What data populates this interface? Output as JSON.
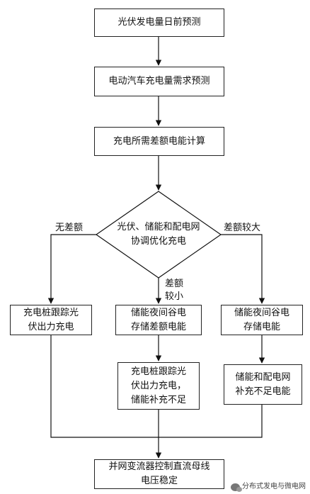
{
  "nodes": {
    "pv_forecast": "光伏发电量日前预测",
    "ev_forecast": "电动汽车充电量需求预测",
    "energy_calc": "充电所需差额电能计算",
    "coordination": "光伏、储能和配电网\n协调优化充电",
    "track_pv": "充电桩跟踪光\n伏出力充电",
    "store_diff": "储能夜间谷电\n存储差额电能",
    "store_night": "储能夜间谷电\n存储电能",
    "track_supplement": "充电桩跟踪光\n伏出力充电，\n储能补充不足",
    "grid_supplement": "储能和配电网\n补充不足电能",
    "converter": "并网变流器控制直流母线\n电压稳定"
  },
  "edge_labels": {
    "no_diff": "无差额",
    "large_diff": "差额较大",
    "small_diff": "差额\n较小"
  },
  "watermark": "分布式发电与微电网"
}
